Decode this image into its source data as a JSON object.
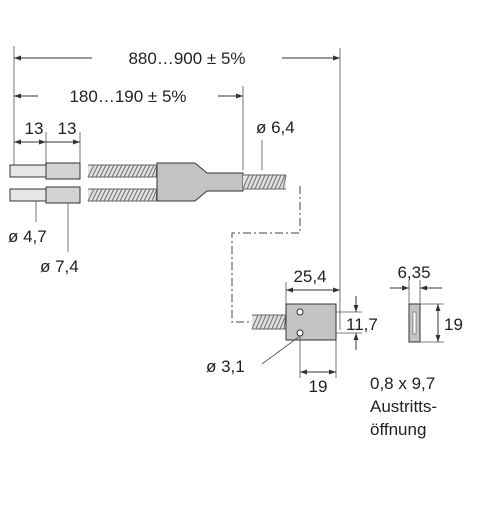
{
  "dimensions": {
    "overall_length": "880…900 ± 5%",
    "sleeve_length": "180…190 ± 5%",
    "tip_a": "13",
    "tip_b": "13",
    "cable_diameter": "ø 6,4",
    "inner_tip_diameter": "ø 4,7",
    "outer_tip_diameter": "ø 7,4",
    "head_length": "25,4",
    "head_height": "11,7",
    "mount_hole": "ø 3,1",
    "head_width": "19",
    "front_width": "6,35",
    "front_height": "19",
    "slot_size": "0,8 x 9,7",
    "slot_label_line1": "Austritts-",
    "slot_label_line2": "öffnung"
  },
  "colors": {
    "body": "#c4c4c4",
    "line": "#333333",
    "background": "#ffffff"
  }
}
